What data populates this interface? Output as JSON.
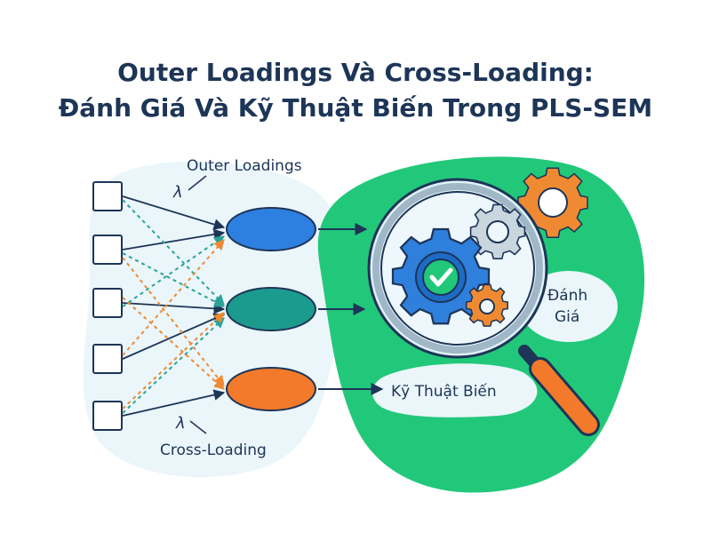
{
  "title": {
    "line1": "Outer Loadings Và Cross-Loading:",
    "line2": "Đánh Giá Và Kỹ Thuật Biến Trong PLS-SEM"
  },
  "labels": {
    "outer_loadings": "Outer Loadings",
    "cross_loading": "Cross-Loading",
    "lambda": "λ",
    "danh_gia_line1": "Đánh",
    "danh_gia_line2": "Giá",
    "ky_thuat_bien": "Kỹ Thuật Biến"
  },
  "colors": {
    "title": "#1d3557",
    "background_blob_left": "#eaf6fa",
    "background_blob_right": "#22c87a",
    "construct_blue": "#2d7fe0",
    "construct_teal": "#1b9a8e",
    "construct_orange": "#f27a2a",
    "dotted_teal": "#2aa39a",
    "dotted_orange": "#f08a32",
    "gear_blue": "#2f7fdc",
    "gear_orange": "#f08a32",
    "check_green": "#22c87a",
    "magnifier_handle": "#f27a2a"
  },
  "icons": {
    "indicators": "square-box-icon",
    "magnifier": "magnifying-glass-icon",
    "gears": "gear-icon",
    "check": "check-icon"
  }
}
